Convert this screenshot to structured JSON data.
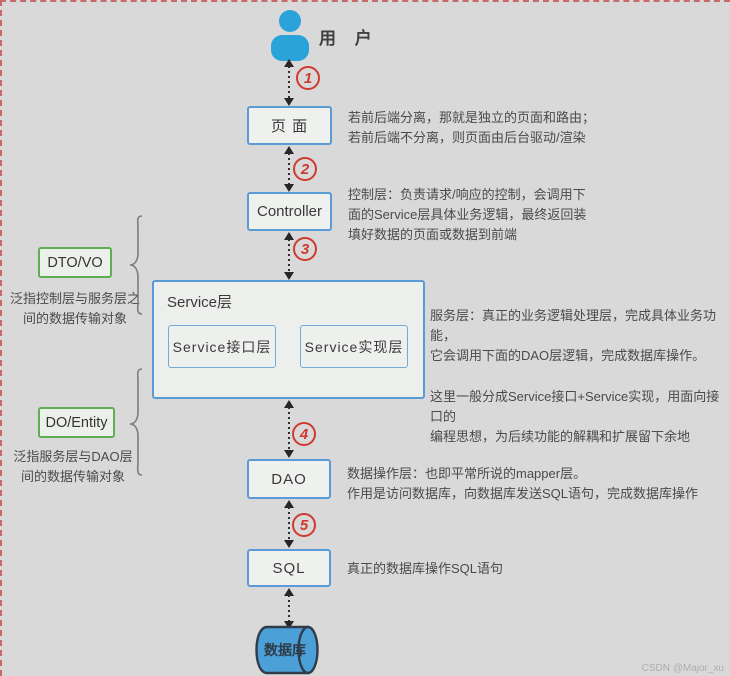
{
  "user": {
    "label": "用 户"
  },
  "nodes": {
    "page_box": {
      "label": "页 面"
    },
    "controller": {
      "label": "Controller"
    },
    "service": {
      "label": "Service层",
      "interface": {
        "label": "Service接口层"
      },
      "impl": {
        "label": "Service实现层"
      }
    },
    "dao": {
      "label": "DAO"
    },
    "sql": {
      "label": "SQL"
    },
    "database": {
      "label": "数据库"
    }
  },
  "side": {
    "dto": {
      "label": "DTO/VO",
      "caption": "泛指控制层与服务层之\n间的数据传输对象"
    },
    "do": {
      "label": "DO/Entity",
      "caption": "泛指服务层与DAO层\n间的数据传输对象"
    }
  },
  "steps": [
    "1",
    "2",
    "3",
    "4",
    "5"
  ],
  "annotations": {
    "page": "若前后端分离，那就是独立的页面和路由；\n若前后端不分离，则页面由后台驱动/渲染",
    "controller": "控制层：负责请求/响应的控制，会调用下\n面的Service层具体业务逻辑，最终返回装\n填好数据的页面或数据到前端",
    "service": "服务层：真正的业务逻辑处理层，完成具体业务功能，\n它会调用下面的DAO层逻辑，完成数据库操作。\n\n这里一般分成Service接口+Service实现，用面向接口的\n编程思想，为后续功能的解耦和扩展留下余地",
    "dao": "数据操作层：也即平常所说的mapper层。\n作用是访问数据库，向数据库发送SQL语句，完成数据库操作",
    "sql": "真正的数据库操作SQL语句"
  },
  "colors": {
    "background": "#d9d9d9",
    "node_border": "#5b9bd5",
    "green_border": "#5fae52",
    "step_red": "#cf3a30",
    "user_icon_blue": "#2aa2da",
    "cylinder_fill": "#4ba0d8"
  },
  "watermark": "CSDN @Major_xu"
}
